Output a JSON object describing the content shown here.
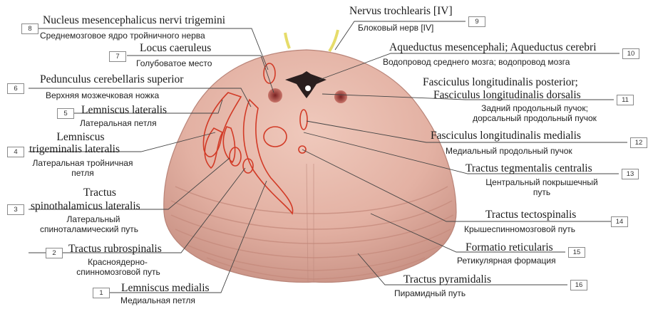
{
  "labels": [
    {
      "num": "8",
      "latin": "Nucleus mesencephalicus nervi trigemini",
      "russian": "Среднемозговое ядро тройничного нерва"
    },
    {
      "num": "7",
      "latin": "Locus caeruleus",
      "russian": "Голубоватое место"
    },
    {
      "num": "6",
      "latin": "Pedunculus cerebellaris superior",
      "russian": "Верхняя мозжечковая ножка"
    },
    {
      "num": "5",
      "latin": "Lemniscus lateralis",
      "russian": "Латеральная петля"
    },
    {
      "num": "4",
      "latin_lines": [
        "Lemniscus",
        "trigeminalis lateralis"
      ],
      "russian_lines": [
        "Латеральная тройничная",
        "петля"
      ]
    },
    {
      "num": "3",
      "latin_lines": [
        "Tractus",
        "spinothalamicus lateralis"
      ],
      "russian_lines": [
        "Латеральный",
        "спиноталамический путь"
      ]
    },
    {
      "num": "2",
      "latin": "Tractus rubrospinalis",
      "russian_lines": [
        "Красноядерно-",
        "спинномозговой путь"
      ]
    },
    {
      "num": "1",
      "latin": "Lemniscus medialis",
      "russian": "Медиальная петля"
    },
    {
      "num": "9",
      "latin": "Nervus trochlearis [IV]",
      "russian": "Блоковый нерв [IV]"
    },
    {
      "num": "10",
      "latin": "Aqueductus mesencephali; Aqueductus cerebri",
      "russian": "Водопровод среднего мозга; водопровод мозга"
    },
    {
      "num": "11",
      "latin_lines": [
        "Fasciculus longitudinalis posterior;",
        "Fasciculus longitudinalis dorsalis"
      ],
      "russian_lines": [
        "Задний продольный пучок;",
        "дорсальный продольный пучок"
      ]
    },
    {
      "num": "12",
      "latin": "Fasciculus longitudinalis medialis",
      "russian": "Медиальный продольный пучок"
    },
    {
      "num": "13",
      "latin": "Tractus tegmentalis centralis",
      "russian_lines": [
        "Центральный покрышечный",
        "путь"
      ]
    },
    {
      "num": "14",
      "latin": "Tractus tectospinalis",
      "russian": "Крышеспинномозговой путь"
    },
    {
      "num": "15",
      "latin": "Formatio reticularis",
      "russian": "Ретикулярная формация"
    },
    {
      "num": "16",
      "latin": "Tractus pyramidalis",
      "russian": "Пирамидный путь"
    }
  ],
  "colors": {
    "tissue": "#e6b7a9",
    "tissue_edge": "#bf8e83",
    "fiber_outline": "#d23a26",
    "nucleus": "#8a2b2b",
    "leader": "#444444",
    "box_border": "#8a8a8a",
    "nerve_root": "#e8e070"
  }
}
